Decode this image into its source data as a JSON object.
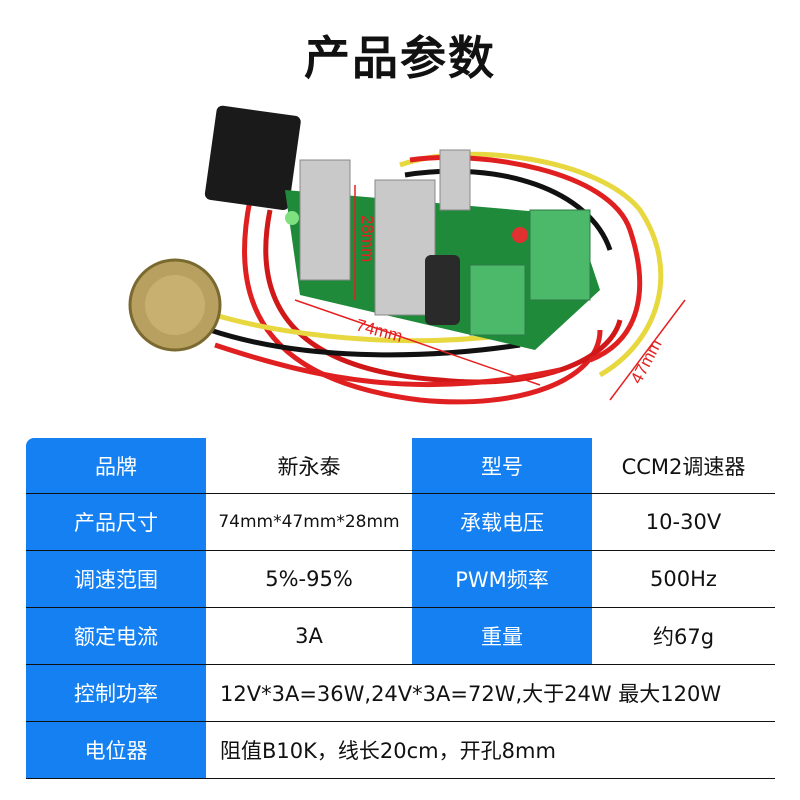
{
  "title": "产品参数",
  "photo": {
    "dimensions": {
      "length": "74mm",
      "width": "47mm",
      "height": "28mm"
    }
  },
  "colors": {
    "header_cell": "#1480f2",
    "dimension_label": "#e52020"
  },
  "table": {
    "rows": [
      {
        "label": "品牌",
        "value": "新永泰",
        "label2": "型号",
        "value2": "CCM2调速器"
      },
      {
        "label": "产品尺寸",
        "value": "74mm*47mm*28mm",
        "label2": "承载电压",
        "value2": "10-30V"
      },
      {
        "label": "调速范围",
        "value": "5%-95%",
        "label2": "PWM频率",
        "value2": "500Hz"
      },
      {
        "label": "额定电流",
        "value": "3A",
        "label2": "重量",
        "value2": "约67g"
      },
      {
        "label": "控制功率",
        "value": "12V*3A=36W,24V*3A=72W,大于24W 最大120W"
      },
      {
        "label": "电位器",
        "value": "阻值B10K，线长20cm，开孔8mm"
      }
    ]
  }
}
